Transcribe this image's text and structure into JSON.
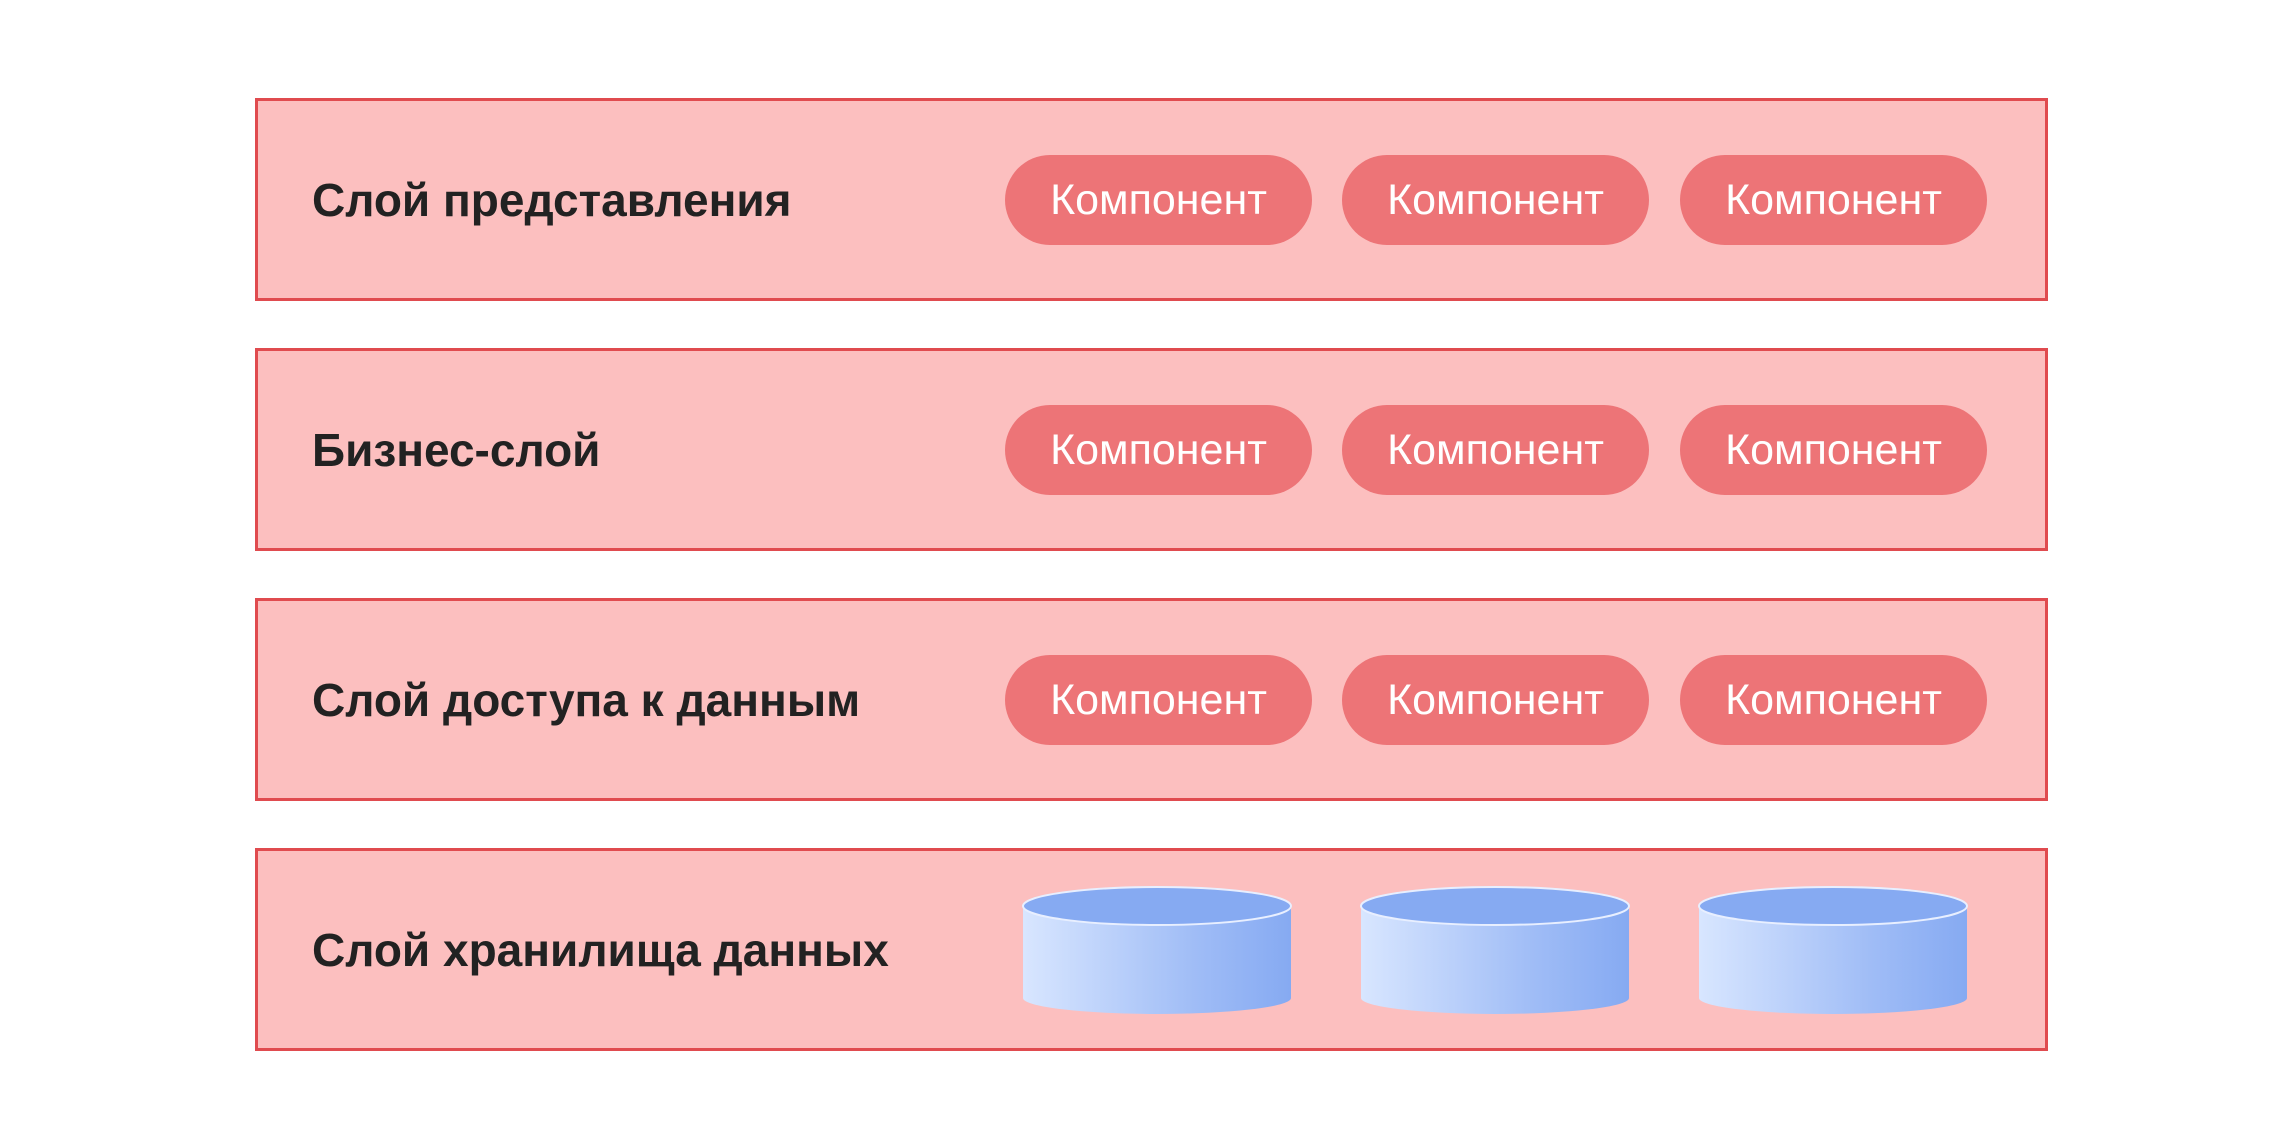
{
  "diagram": {
    "layers": [
      {
        "label": "Слой представления",
        "components": [
          "Компонент",
          "Компонент",
          "Компонент"
        ]
      },
      {
        "label": "Бизнес-слой",
        "components": [
          "Компонент",
          "Компонент",
          "Компонент"
        ]
      },
      {
        "label": "Слой доступа к данным",
        "components": [
          "Компонент",
          "Компонент",
          "Компонент"
        ]
      },
      {
        "label": "Слой хранилища данных",
        "storage_icons": [
          "database-cylinder-icon",
          "database-cylinder-icon",
          "database-cylinder-icon"
        ]
      }
    ],
    "colors": {
      "layer_fill": "#fcbfbf",
      "layer_border": "#e04b4f",
      "component_fill": "#ed7477",
      "component_text": "#ffffff",
      "database_light": "#d8e6ff",
      "database_dark": "#86aaf2"
    }
  }
}
